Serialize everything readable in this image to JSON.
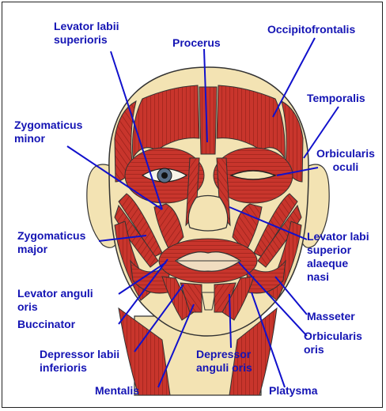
{
  "colors": {
    "muscle": "#c8352c",
    "muscle_dark": "#8f1c16",
    "skin": "#f3e3b3",
    "label": "#1414b4",
    "leader": "#1111cc"
  },
  "labels": {
    "levator_labii_superioris": "Levator labii\nsuperioris",
    "procerus": "Procerus",
    "occipitofrontalis": "Occipitofrontalis",
    "temporalis": "Temporalis",
    "zygomaticus_minor": "Zygomaticus\nminor",
    "orbicularis_oculi": "Orbicularis\noculi",
    "levator_labii_superior_alaeque_nasi": "Levator labi\nsuperior\nalaeque\nnasi",
    "zygomaticus_major": "Zygomaticus\nmajor",
    "levator_anguli_oris": "Levator anguli\noris",
    "masseter": "Masseter",
    "buccinator": "Buccinator",
    "orbicularis_oris": "Orbicularis\noris",
    "depressor_labii_inferioris": "Depressor labii\ninferioris",
    "depressor_anguli_oris": "Depressor\nanguli oris",
    "mentalis": "Mentalis",
    "platysma": "Platysma"
  }
}
